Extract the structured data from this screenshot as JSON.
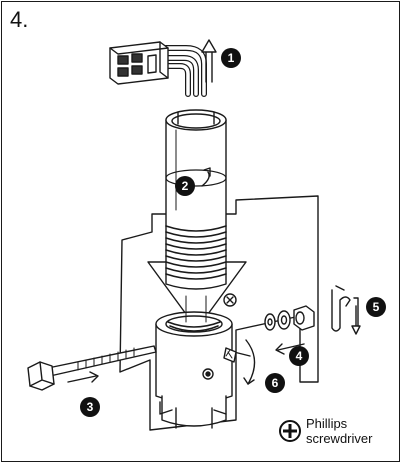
{
  "step": {
    "number": "4."
  },
  "callouts": [
    "1",
    "2",
    "3",
    "4",
    "5",
    "6"
  ],
  "tool": {
    "line1": "Phillips",
    "line2": "screwdriver",
    "icon": "phillips-head-icon"
  },
  "colors": {
    "stroke": "#1a1a1a",
    "callout_fill": "#111111",
    "background": "#ffffff"
  }
}
